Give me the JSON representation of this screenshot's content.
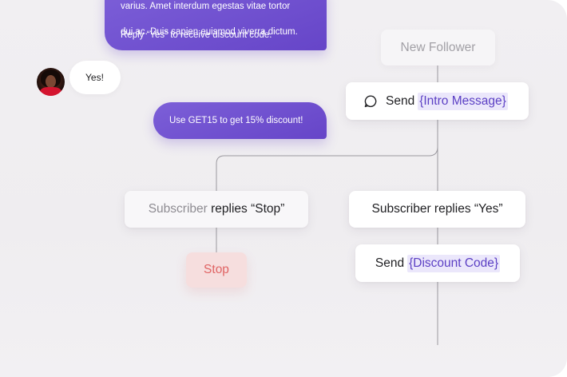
{
  "chat": {
    "top_bubble": {
      "line1": "varius. Amet interdum egestas vitae tortor",
      "line2": "dui ac. Duis sapien euismod viverra dictum.",
      "line3": "Reply “Yes” to receive discount code."
    },
    "reply_bubble": "Yes!",
    "promo_bubble": "Use GET15 to get 15% discount!"
  },
  "flow": {
    "trigger": "New Follower",
    "intro": {
      "action": "Send",
      "variable": "{Intro Message}",
      "icon": "chat-bubble-icon"
    },
    "branch_stop": {
      "prefix": "Subscriber",
      "suffix": "replies “Stop”"
    },
    "branch_yes": "Subscriber replies “Yes”",
    "discount": {
      "action": "Send",
      "variable": "{Discount Code}"
    },
    "stop_action": "Stop"
  },
  "colors": {
    "accent": "#6645c8",
    "variable_bg": "#ebe7fb",
    "stop_bg": "#f6dede",
    "stop_text": "#e06464"
  }
}
